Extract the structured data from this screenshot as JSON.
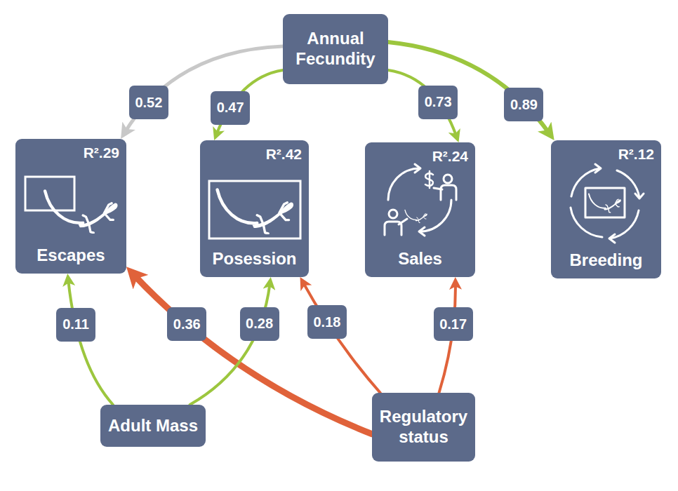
{
  "diagram": {
    "nodes": [
      {
        "text": [
          "Annual Fecundity"
        ]
      },
      {
        "text": [
          "R².29",
          "Escapes"
        ]
      },
      {
        "text": [
          "R².42",
          "Posession"
        ]
      },
      {
        "text": [
          "R².24",
          "Sales"
        ]
      },
      {
        "text": [
          "R².12",
          "Breeding"
        ]
      },
      {
        "text": [
          "Adult Mass"
        ]
      },
      {
        "text": [
          "Regulatory status"
        ]
      }
    ],
    "edges": [
      {
        "from": 0,
        "to": 1,
        "label": "0.52",
        "arrow": "to"
      },
      {
        "from": 0,
        "to": 2,
        "label": "0.47",
        "arrow": "to"
      },
      {
        "from": 0,
        "to": 3,
        "label": "0.73",
        "arrow": "to"
      },
      {
        "from": 0,
        "to": 4,
        "label": "0.89",
        "arrow": "to"
      },
      {
        "from": 5,
        "to": 1,
        "label": "0.11",
        "arrow": "to"
      },
      {
        "from": 6,
        "to": 1,
        "label": "0.36",
        "arrow": "to"
      },
      {
        "from": 5,
        "to": 2,
        "label": "0.28",
        "arrow": "to"
      },
      {
        "from": 6,
        "to": 2,
        "label": "0.18",
        "arrow": "to"
      },
      {
        "from": 6,
        "to": 3,
        "label": "0.17",
        "arrow": "to"
      }
    ]
  }
}
